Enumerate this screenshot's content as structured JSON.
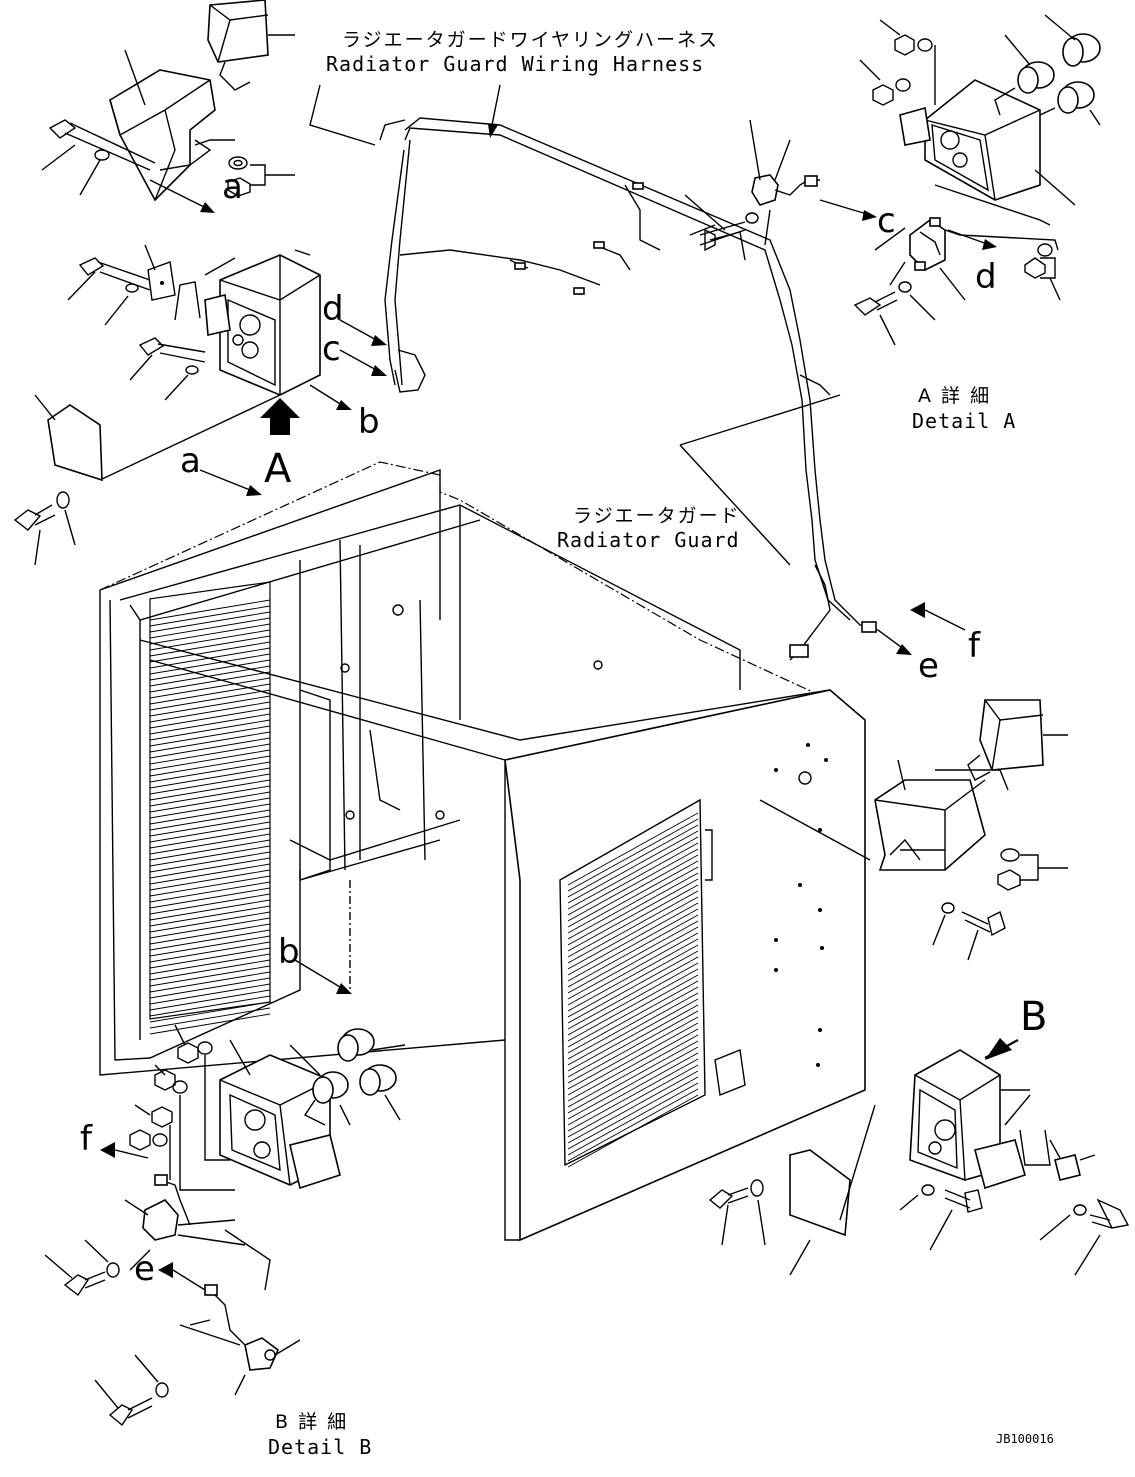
{
  "labels": {
    "harness_jp": "ラジエータガードワイヤリングハーネス",
    "harness_en": "Radiator Guard Wiring Harness",
    "guard_jp": "ラジエータガード",
    "guard_en": "Radiator Guard",
    "detail_a_jp": "A 詳 細",
    "detail_a_en": "Detail A",
    "detail_b_jp": "B 詳 細",
    "detail_b_en": "Detail B",
    "view_a": "A",
    "view_b": "B",
    "drawing_code": "JB100016"
  },
  "refs": {
    "a": "a",
    "b": "b",
    "c": "c",
    "d": "d",
    "e": "e",
    "f": "f"
  }
}
